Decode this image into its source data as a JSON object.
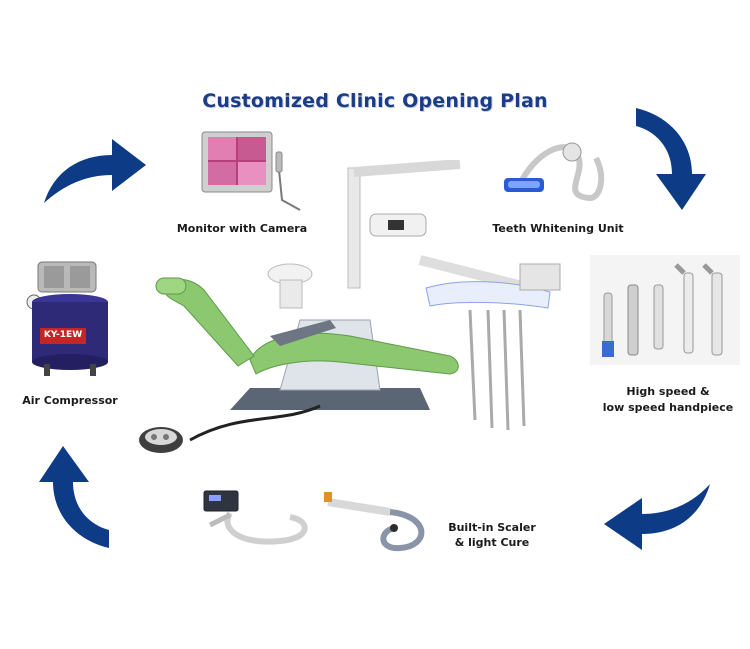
{
  "title": "Customized Clinic Opening Plan",
  "items": {
    "monitor": {
      "label": "Monitor  with  Camera"
    },
    "whitening": {
      "label": "Teeth Whitening Unit"
    },
    "compressor": {
      "label": "Air Compressor",
      "brand_text": "KY-1EW"
    },
    "handpiece": {
      "label_line1": "High speed &",
      "label_line2": "low speed handpiece"
    },
    "scaler": {
      "label_line1": "Built-in Scaler",
      "label_line2": "& light Cure"
    }
  },
  "colors": {
    "arrow": "#0d3b86",
    "title": "#1c3d86",
    "chair_green": "#8cc870",
    "base_gray": "#5b6573",
    "compressor_body": "#2e2a78"
  },
  "icons": [
    "curved-arrow-icon",
    "dental-chair-icon",
    "monitor-icon",
    "whitening-lamp-icon",
    "air-compressor-icon",
    "handpiece-icon",
    "scaler-icon",
    "light-cure-icon",
    "foot-pedal-icon"
  ]
}
